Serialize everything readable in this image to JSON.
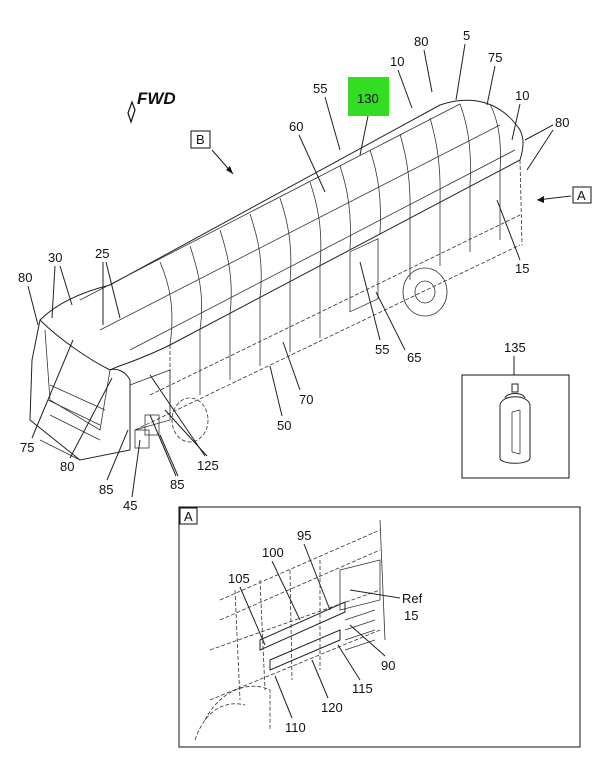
{
  "fwd_label": "FWD",
  "view_labels": {
    "a": "A",
    "b": "B",
    "detail_a": "A"
  },
  "highlight": {
    "label": "130",
    "color": "#33dd22"
  },
  "callouts": {
    "c80_top": "80",
    "c5": "5",
    "c75_top": "75",
    "c10_top": "10",
    "c10_right": "10",
    "c80_right": "80",
    "c55_top": "55",
    "c60": "60",
    "c15": "15",
    "c80_left": "80",
    "c30": "30",
    "c25": "25",
    "c55_mid": "55",
    "c65": "65",
    "c70": "70",
    "c50": "50",
    "c75_left": "75",
    "c80_bottom": "80",
    "c85_a": "85",
    "c85_b": "85",
    "c125": "125",
    "c45": "45",
    "c135": "135"
  },
  "detail_callouts": {
    "d95": "95",
    "d100": "100",
    "d105": "105",
    "d_ref": "Ref",
    "d15": "15",
    "d90": "90",
    "d115": "115",
    "d120": "120",
    "d110": "110"
  }
}
